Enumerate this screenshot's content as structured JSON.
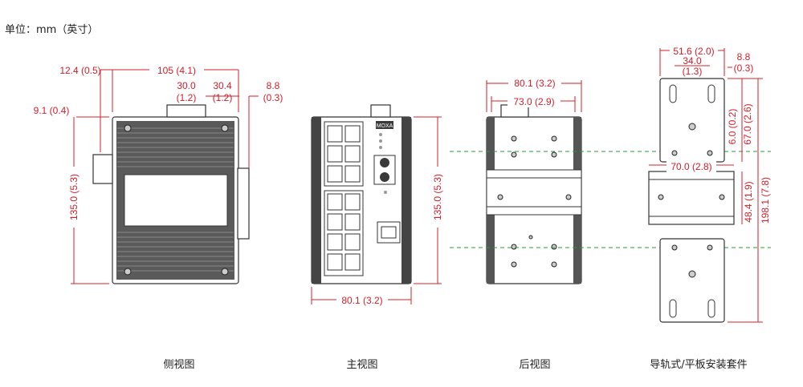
{
  "unit_label": "单位：mm（英寸）",
  "views": {
    "side": "侧视图",
    "front": "主视图",
    "rear": "后视图",
    "mount": "导轨式/平板安装套件"
  },
  "side_dims": {
    "d105": "105 (4.1)",
    "d12": "12.4 (0.5)",
    "d30_0a": "30.0",
    "d30_0b": "(1.2)",
    "d30_4a": "30.4",
    "d30_4b": "(1.2)",
    "d88a": "8.8",
    "d88b": "(0.3)",
    "d91": "9.1 (0.4)",
    "d135": "135.0 (5.3)"
  },
  "front_dims": {
    "d135": "135.0 (5.3)",
    "d801": "80.1 (3.2)",
    "brand": "MOXA"
  },
  "rear_dims": {
    "d801": "80.1 (3.2)",
    "d730": "73.0 (2.9)"
  },
  "mount_dims": {
    "d516": "51.6 (2.0)",
    "d340a": "34.0",
    "d340b": "(1.3)",
    "d88a": "8.8",
    "d88b": "(0.3)",
    "d60": "6.0 (0.2)",
    "d670": "67.0 (2.6)",
    "d700": "70.0 (2.8)",
    "d484": "48.4 (1.9)",
    "d1981": "198.1 (7.8)"
  }
}
